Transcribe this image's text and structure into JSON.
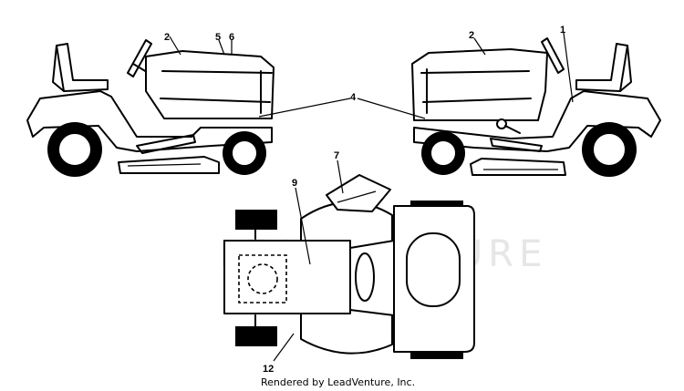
{
  "diagram": {
    "watermark": "LEADVENTURE",
    "credit": "Rendered by LeadVenture, Inc.",
    "callouts": {
      "c1": "1",
      "c2_left": "2",
      "c2_right": "2",
      "c4": "4",
      "c5": "5",
      "c6": "6",
      "c7": "7",
      "c9": "9",
      "c12": "12"
    },
    "colors": {
      "line": "#000000",
      "background": "#ffffff",
      "watermark": "#e6e6e6"
    }
  }
}
